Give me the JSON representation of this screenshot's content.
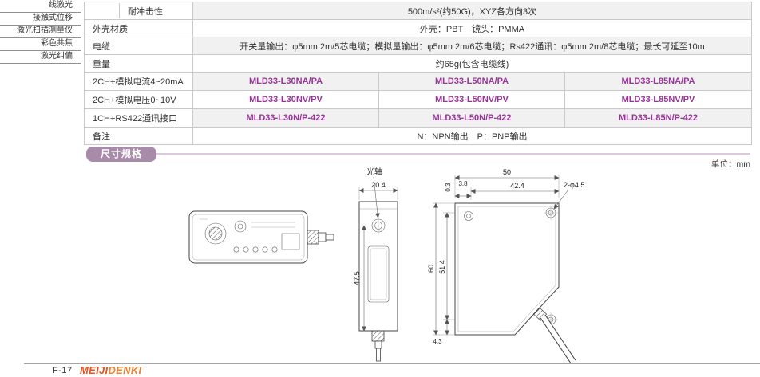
{
  "sidebar": {
    "items": [
      {
        "label": "线激光"
      },
      {
        "label": "接触式位移"
      },
      {
        "label": "激光扫描测量仪"
      },
      {
        "label": "彩色共焦"
      },
      {
        "label": "激光纠偏"
      }
    ]
  },
  "spec_table": {
    "rows_simple": [
      {
        "label": "耐冲击性",
        "value": "500m/s²(约50G)，XYZ各方向3次"
      },
      {
        "label": "外壳材质",
        "value": "外壳：PBT　镜头：PMMA"
      },
      {
        "label": "电缆",
        "value": "开关量输出：φ5mm 2m/5芯电缆；模拟量输出：φ5mm 2m/6芯电缆；Rs422通讯：φ5mm 2m/8芯电缆；最长可延至10m"
      },
      {
        "label": "重量",
        "value": "约65g(包含电缆线)"
      }
    ],
    "rows_model": [
      {
        "label": "2CH+模拟电流4~20mA",
        "values": [
          "MLD33-L30NA/PA",
          "MLD33-L50NA/PA",
          "MLD33-L85NA/PA"
        ]
      },
      {
        "label": "2CH+模拟电压0~10V",
        "values": [
          "MLD33-L30NV/PV",
          "MLD33-L50NV/PV",
          "MLD33-L85NV/PV"
        ]
      },
      {
        "label": "1CH+RS422通讯接口",
        "values": [
          "MLD33-L30N/P-422",
          "MLD33-L50N/P-422",
          "MLD33-L85N/P-422"
        ]
      }
    ],
    "note_row": {
      "label": "备注",
      "value": "N：NPN输出　P：PNP输出"
    },
    "model_color": "#993399"
  },
  "section": {
    "title": "尺寸规格",
    "unit": "单位：mm"
  },
  "drawing": {
    "optical_axis": "光轴",
    "dims": {
      "side_width": "20.4",
      "side_height": "47.5",
      "front_width": "50",
      "front_inner_width": "42.4",
      "front_offset": "3.8",
      "front_step": "0.3",
      "holes": "2-φ4.5",
      "front_height": "60",
      "hole_pitch": "51.4",
      "bottom_offset": "4.3"
    }
  },
  "footer": {
    "page": "F-17",
    "brand_meiji": "MEIJI",
    "brand_denki": "DENKI"
  }
}
